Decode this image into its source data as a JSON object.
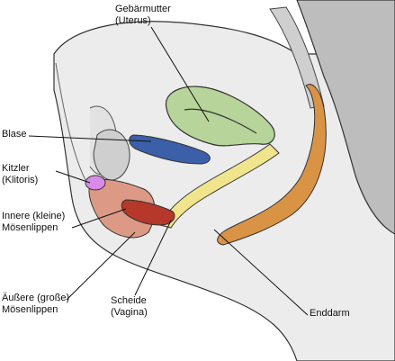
{
  "labels": {
    "uterus": [
      "Gebärmutter",
      "(Uterus)"
    ],
    "blase": [
      "Blase"
    ],
    "kitzler": [
      "Kitzler",
      "(Klitoris)"
    ],
    "innere": [
      "Innere (kleine)",
      "Mösenlippen"
    ],
    "aeussere": [
      "Äußere (große)",
      "Mösenlippen"
    ],
    "scheide": [
      "Scheide",
      "(Vagina)"
    ],
    "enddarm": [
      "Enddarm"
    ]
  },
  "colors": {
    "uterus": "#b7d49a",
    "blase": "#3b5fa8",
    "kitzler": "#d98ae8",
    "innere_lippen": "#b5382a",
    "aeussere_lippen": "#dc9a86",
    "scheide": "#f0e58c",
    "enddarm": "#d99345",
    "tissue": "#ececec",
    "bone": "#bdbdbd",
    "outline": "#333333",
    "leader": "#111111"
  }
}
